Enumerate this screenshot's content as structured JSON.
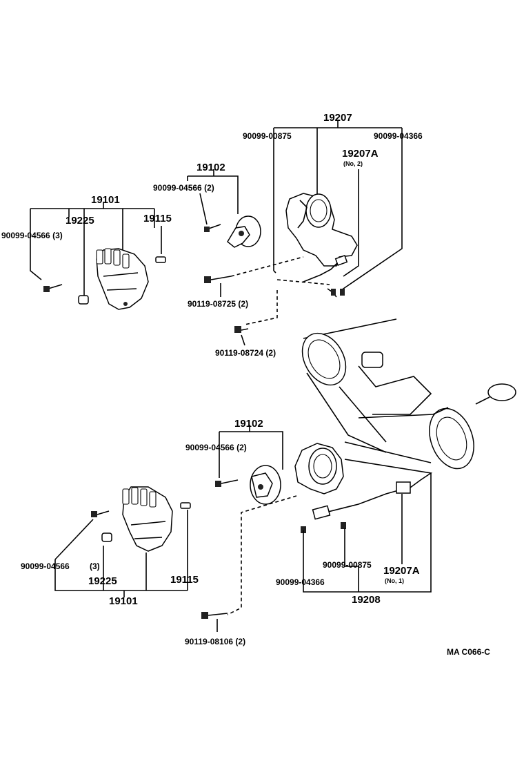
{
  "labels": {
    "top": {
      "assy": "19207",
      "bolt_left": "90099-00875",
      "bolt_right": "90099-04366",
      "sensor": "19207A",
      "sensor_no": "(No, 2)",
      "rotor_group": "19102",
      "rotor_screw": "90099-04566 (2)",
      "cap_group": "19101",
      "cap_sub": "19225",
      "cap_pin": "19115",
      "cap_screw": "90099-04566 (3)",
      "housing_bolt": "90119-08725 (2)",
      "housing_bolt_b": "90119-08724 (2)"
    },
    "bottom": {
      "rotor_group": "19102",
      "rotor_screw": "90099-04566 (2)",
      "cap_screw": "90099-04566",
      "cap_screw_qty": "(3)",
      "cap_sub": "19225",
      "cap_pin": "19115",
      "cap_group": "19101",
      "bolt_right": "90099-00875",
      "sensor": "19207A",
      "sensor_no": "(No, 1)",
      "bolt_left": "90099-04366",
      "assy": "19208",
      "housing_bolt": "90119-08106 (2)"
    },
    "code": "MA C066-C"
  }
}
